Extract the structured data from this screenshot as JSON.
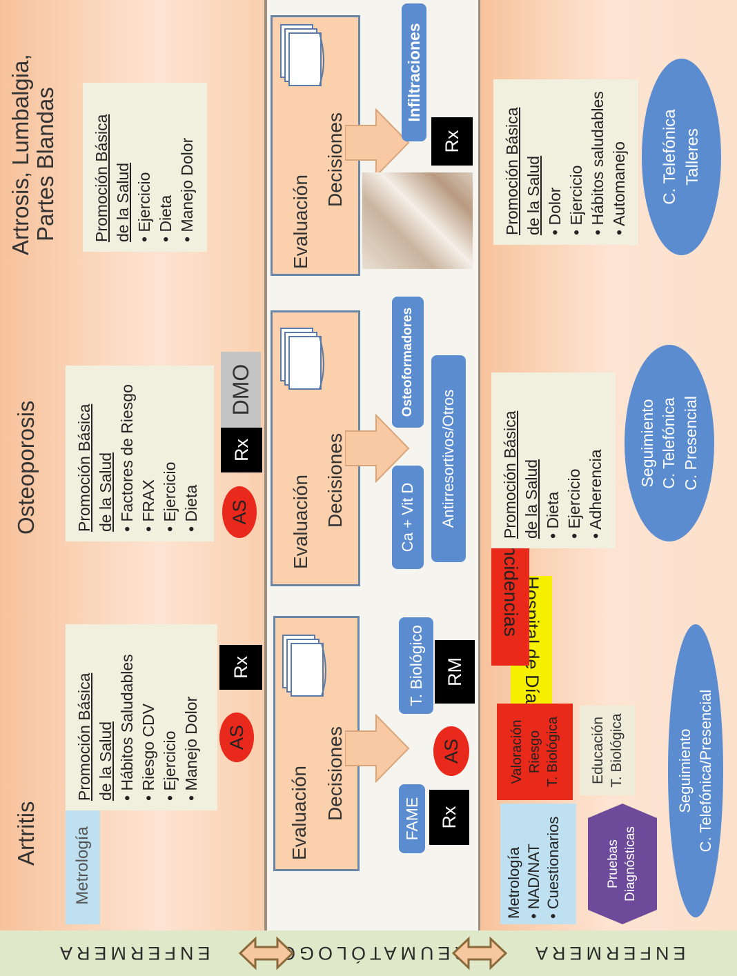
{
  "roles": {
    "top": "ENFERMERA",
    "middle": "REUMATÓLOGO",
    "bottom": "ENFERMERA"
  },
  "columns": [
    {
      "title": "Artritis",
      "metrologia_tag": "Metrología",
      "promo": {
        "heading_line1": "Promoción Básica",
        "heading_line2": "de la Salud",
        "items": [
          "Hábitos Saludables",
          "Riesgo CDV",
          "Ejercicio",
          "Manejo Dolor"
        ]
      },
      "as_label": "AS",
      "rx_label": "Rx",
      "eval_label": "Evaluación",
      "dec_label": "Decisiones",
      "rheum": {
        "fame": "FAME",
        "rx": "Rx",
        "as": "AS",
        "tbio": "T. Biológico",
        "rm": "RM"
      },
      "nurse": {
        "metro_title": "Metrología",
        "metro_items": [
          "NAD/NAT",
          "Cuestionarios"
        ],
        "pruebas": "Pruebas Diagnósticas",
        "valoracion": [
          "Valoración",
          "Riesgo",
          "T. Biológica"
        ],
        "educacion": [
          "Educación",
          "T. Biológica"
        ],
        "hospital": "Hospital de Día",
        "incidencias": "Incidencias",
        "seguimiento": [
          "Seguimiento",
          "C. Telefónica/Presencial"
        ]
      }
    },
    {
      "title": "Osteoporosis",
      "promo": {
        "heading_line1": "Promoción Básica",
        "heading_line2": "de la Salud",
        "items": [
          "Factores de Riesgo",
          "FRAX",
          "Ejercicio",
          "Dieta"
        ]
      },
      "as_label": "AS",
      "rx_label": "Rx",
      "dmo_label": "DMO",
      "eval_label": "Evaluación",
      "dec_label": "Decisiones",
      "rheum": {
        "ca": "Ca + Vit D",
        "anti": "Antirresortivos/Otros",
        "osteo": "Osteoformadores"
      },
      "nurse": {
        "promo_heading_line1": "Promoción Básica",
        "promo_heading_line2": "de la Salud",
        "promo_items": [
          "Dieta",
          "Ejercicio",
          "Adherencia"
        ],
        "seguimiento": [
          "Seguimiento",
          "C. Telefónica",
          "C. Presencial"
        ]
      }
    },
    {
      "title_line1": "Artrosis, Lumbalgia,",
      "title_line2": "Partes Blandas",
      "promo": {
        "heading_line1": "Promoción Básica",
        "heading_line2": "de la Salud",
        "items": [
          "Ejercicio",
          "Dieta",
          "Manejo Dolor"
        ]
      },
      "eval_label": "Evaluación",
      "dec_label": "Decisiones",
      "rheum": {
        "infiltraciones": "Infiltraciones",
        "rx": "Rx"
      },
      "nurse": {
        "promo_heading_line1": "Promoción Básica",
        "promo_heading_line2": "de la Salud",
        "promo_items": [
          "Dolor",
          "Ejercicio",
          "Hábitos saludables",
          "Automanejo"
        ],
        "oval": [
          "C. Telefónica",
          "Talleres"
        ]
      }
    }
  ],
  "colors": {
    "band": "#f7c29b",
    "blue": "#5b8cd0",
    "red": "#e8291c",
    "purple": "#6d4a9a",
    "yellow": "#f6f000"
  }
}
